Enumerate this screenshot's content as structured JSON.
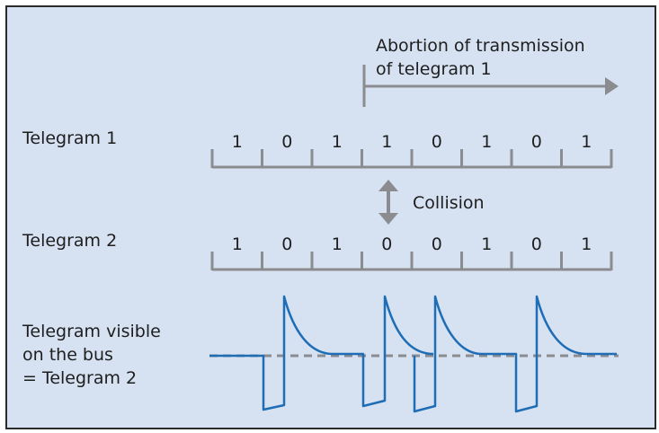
{
  "labels": {
    "abortion_line1": "Abortion of transmission",
    "abortion_line2": "of telegram 1",
    "telegram1": "Telegram 1",
    "telegram2": "Telegram 2",
    "collision": "Collision",
    "visible_line1": "Telegram visible",
    "visible_line2": "on the bus",
    "visible_line3": "= Telegram 2"
  },
  "telegram1_bits": [
    "1",
    "0",
    "1",
    "1",
    "0",
    "1",
    "0",
    "1"
  ],
  "telegram2_bits": [
    "1",
    "0",
    "1",
    "0",
    "0",
    "1",
    "0",
    "1"
  ],
  "colors": {
    "background": "#d6e2f2",
    "border": "#2b2b2b",
    "gray": "#8a8c8f",
    "signal": "#1f6db5"
  }
}
